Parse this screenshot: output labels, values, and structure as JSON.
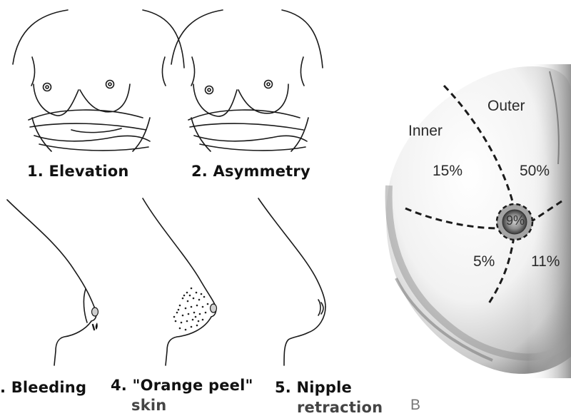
{
  "figure_a": {
    "signs": [
      {
        "label": "1. Elevation"
      },
      {
        "label": "2. Asymmetry"
      },
      {
        "label": ". Bleeding"
      },
      {
        "label": "4. \"Orange peel\"",
        "label_line2": "skin"
      },
      {
        "label": "5. Nipple",
        "label_line2": "retraction"
      }
    ]
  },
  "figure_b": {
    "panel_letter": "B",
    "regions": {
      "inner": "Inner",
      "outer": "Outer"
    },
    "percentages": {
      "upper_inner": "15%",
      "upper_outer": "50%",
      "lower_inner": "5%",
      "lower_outer": "11%",
      "central": "9%"
    }
  },
  "colors": {
    "line": "#1a1a1a",
    "label_text": "#111111",
    "shading": "#9a9a9a"
  }
}
